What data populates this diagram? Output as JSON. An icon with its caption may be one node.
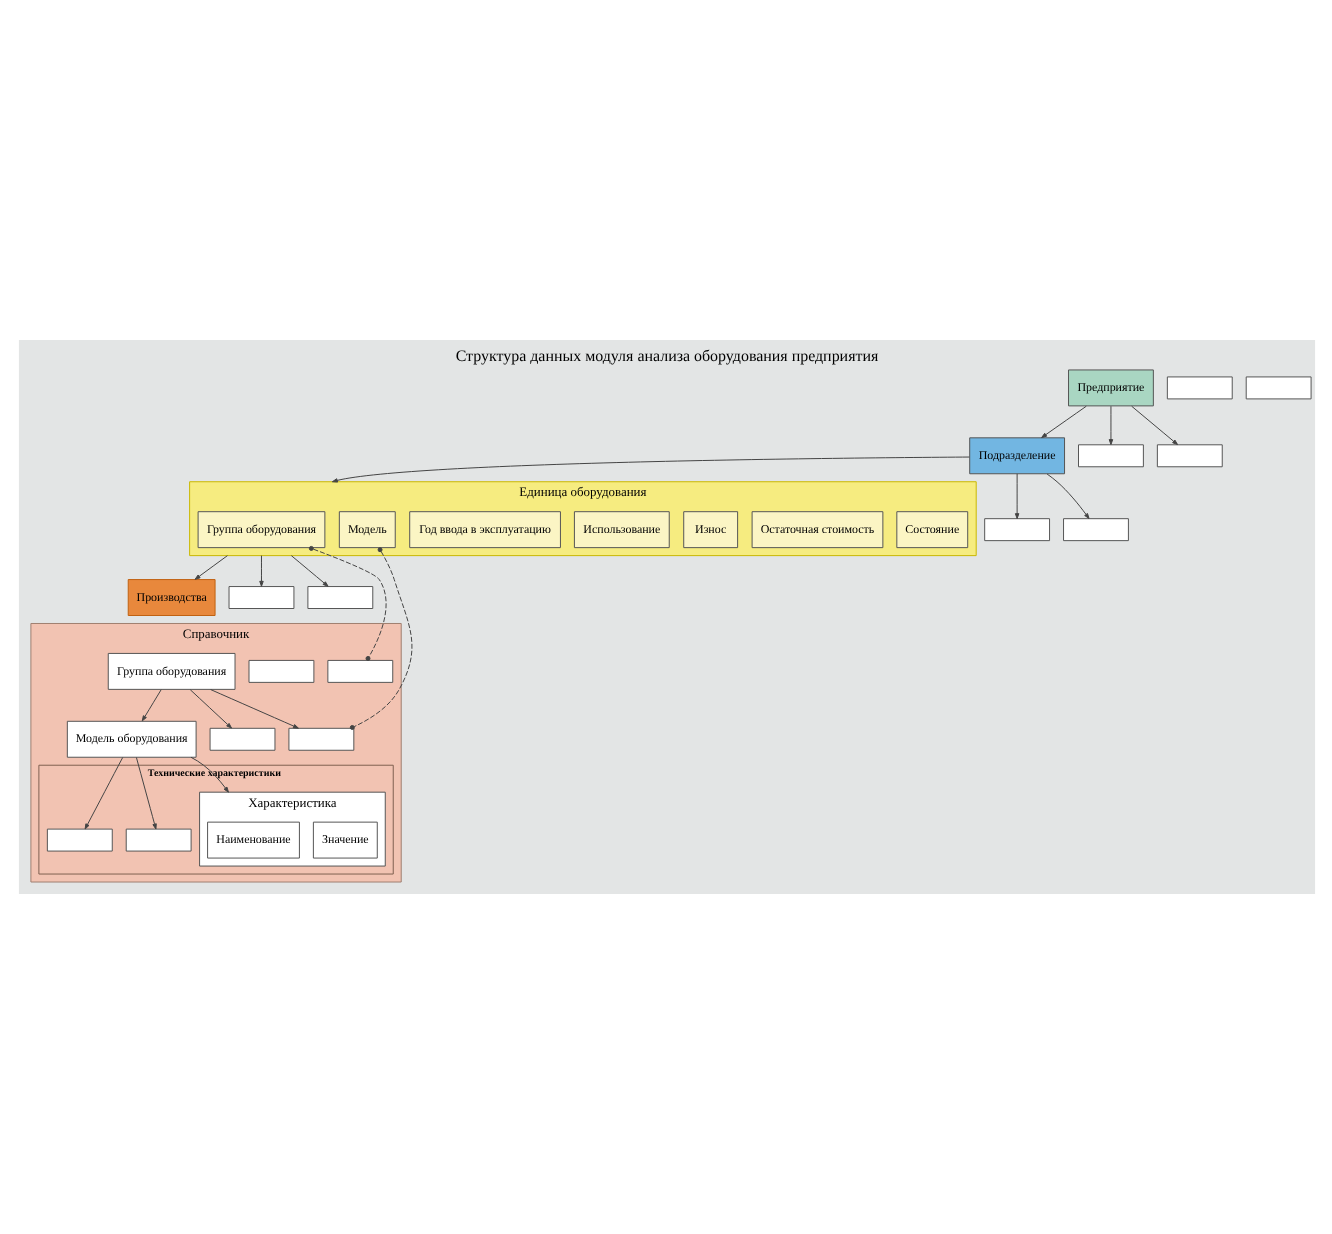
{
  "diagram": {
    "title": "Структура данных модуля анализа оборудования предприятия",
    "nodes": [
      {
        "text": [
          "Предприятие"
        ]
      },
      {
        "text": [],
        "shape": "box"
      },
      {
        "text": [],
        "shape": "box"
      },
      {
        "text": [
          "Подразделение"
        ]
      },
      {
        "text": [],
        "shape": "box"
      },
      {
        "text": [],
        "shape": "box"
      },
      {
        "text": [
          "Единица оборудования"
        ]
      },
      {
        "text": [
          "Группа оборудования"
        ],
        "in": 6
      },
      {
        "text": [
          "Модель"
        ],
        "in": 6
      },
      {
        "text": [
          "Год ввода в эксплуатацию"
        ],
        "in": 6
      },
      {
        "text": [
          "Использование"
        ],
        "in": 6
      },
      {
        "text": [
          "Износ"
        ],
        "in": 6
      },
      {
        "text": [
          "Остаточная стоимость"
        ],
        "in": 6
      },
      {
        "text": [
          "Состояние"
        ],
        "in": 6
      },
      {
        "text": [],
        "shape": "box"
      },
      {
        "text": [],
        "shape": "box"
      },
      {
        "text": [
          "Производства"
        ]
      },
      {
        "text": [],
        "shape": "box"
      },
      {
        "text": [],
        "shape": "box"
      },
      {
        "text": [
          "Справочник"
        ]
      },
      {
        "text": [
          "Группа оборудования"
        ],
        "in": 19
      },
      {
        "text": [],
        "shape": "box",
        "in": 19
      },
      {
        "text": [],
        "shape": "box",
        "in": 19
      },
      {
        "text": [
          "Модель оборудования"
        ],
        "in": 19
      },
      {
        "text": [],
        "shape": "box",
        "in": 19
      },
      {
        "text": [],
        "shape": "box",
        "in": 19
      },
      {
        "text": [
          "Технические характеристики"
        ],
        "in": 19
      },
      {
        "text": [
          "Характеристика"
        ],
        "in": 26
      },
      {
        "text": [
          "Наименование"
        ],
        "in": 27
      },
      {
        "text": [
          "Значение"
        ],
        "in": 27
      },
      {
        "text": [],
        "shape": "box",
        "in": 26
      },
      {
        "text": [],
        "shape": "box",
        "in": 26
      }
    ],
    "edges": [
      {
        "from": 0,
        "to": 3,
        "arrow": "to"
      },
      {
        "from": 0,
        "to": 4,
        "arrow": "to"
      },
      {
        "from": 0,
        "to": 5,
        "arrow": "to"
      },
      {
        "from": 3,
        "to": 6,
        "arrow": "to"
      },
      {
        "from": 3,
        "to": 14,
        "arrow": "to"
      },
      {
        "from": 3,
        "to": 15,
        "arrow": "to"
      },
      {
        "from": 6,
        "to": 16,
        "arrow": "to"
      },
      {
        "from": 6,
        "to": 17,
        "arrow": "to"
      },
      {
        "from": 6,
        "to": 18,
        "arrow": "to"
      },
      {
        "from": 7,
        "to": 22,
        "arrow": "other",
        "style": "dashed"
      },
      {
        "from": 8,
        "to": 25,
        "arrow": "other",
        "style": "dashed"
      },
      {
        "from": 20,
        "to": 23,
        "arrow": "to"
      },
      {
        "from": 20,
        "to": 24,
        "arrow": "to"
      },
      {
        "from": 20,
        "to": 25,
        "arrow": "to"
      },
      {
        "from": 23,
        "to": 27,
        "arrow": "to"
      },
      {
        "from": 23,
        "to": 30,
        "arrow": "to"
      },
      {
        "from": 23,
        "to": 31,
        "arrow": "to"
      }
    ]
  }
}
